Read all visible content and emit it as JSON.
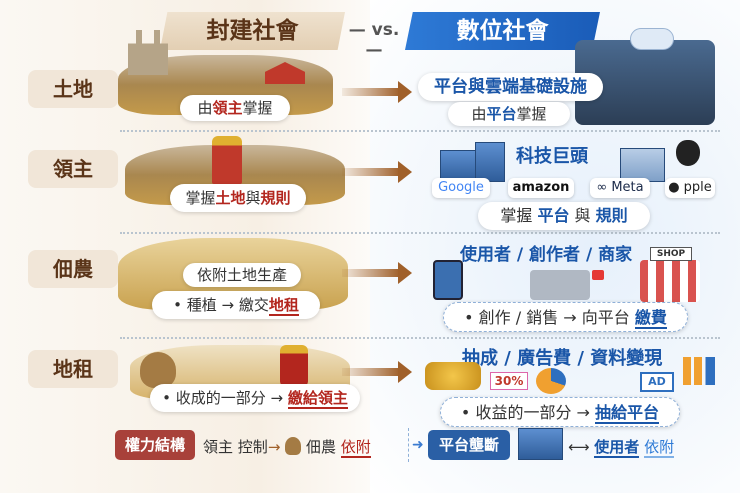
{
  "header": {
    "left_title": "封建社會",
    "vs": "vs.",
    "right_title": "數位社會"
  },
  "rows": [
    {
      "label": "土地",
      "left": {
        "pre": "由",
        "hl": "領主",
        "post": "掌握"
      },
      "right": {
        "title": "平台與雲端基礎設施",
        "pre": "由",
        "hl": "平台",
        "post": "掌握"
      }
    },
    {
      "label": "領主",
      "left": {
        "pre": "掌握",
        "hl1": "土地",
        "mid": "與",
        "hl2": "規則"
      },
      "right": {
        "title": "科技巨頭",
        "logos": [
          "Google",
          "amazon",
          "Meta",
          "pple"
        ],
        "pre": "掌握",
        "hl1": "平台",
        "mid": "與",
        "hl2": "規則"
      }
    },
    {
      "label": "佃農",
      "left": {
        "caption": "依附土地生產",
        "pre": "• 種植 → 繳交",
        "hl": "地租"
      },
      "right": {
        "title": "使用者 / 創作者 / 商家",
        "shop_sign": "SHOP",
        "pre": "• 創作 / 銷售 → 向平台",
        "hl": "繳費"
      }
    },
    {
      "label": "地租",
      "left": {
        "pre": "• 收成的一部分 →",
        "hl": "繳給領主"
      },
      "right": {
        "title": "抽成 / 廣告費 / 資料變現",
        "percent": "30%",
        "ad": "AD",
        "pre": "• 收益的一部分 →",
        "hl": "抽給平台"
      }
    }
  ],
  "footer": {
    "left_tag": "權力結構",
    "lord": "領主",
    "control": "控制",
    "arrow": "→",
    "peasant": "佃農",
    "depend": "依附",
    "right_tag": "平台壟斷",
    "two_way": "⟷",
    "user": "使用者",
    "user_depend": "依附"
  },
  "colors": {
    "feudal_brown": "#5a3418",
    "accent_red": "#b3261e",
    "digital_blue": "#1a56a8",
    "arrow_brown": "#a0602a"
  },
  "icons": [
    "castle-icon",
    "king-icon",
    "peasant-icon",
    "grain-sack-icon",
    "server-icon",
    "cloud-icon",
    "building-icon",
    "shop-icon",
    "coins-icon",
    "pie-chart-icon",
    "apple-logo-icon"
  ]
}
